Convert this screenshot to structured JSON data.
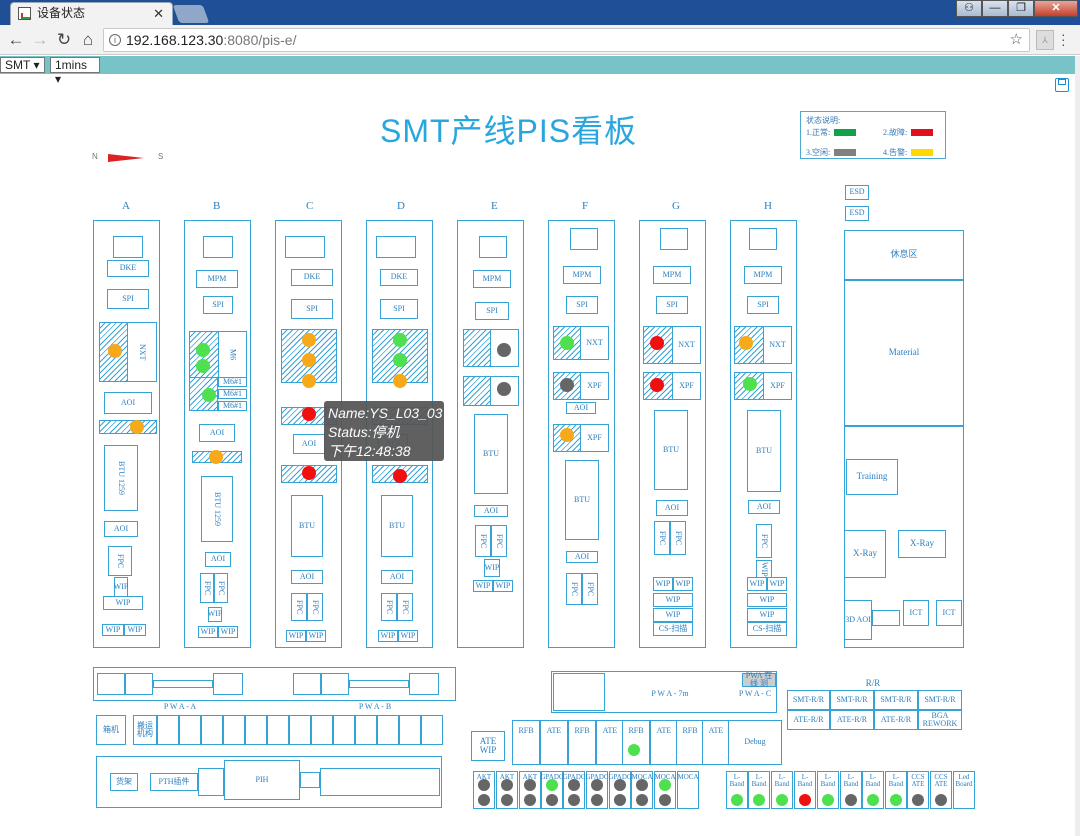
{
  "browser": {
    "tab_title": "设备状态",
    "url_host": "192.168.123.30",
    "url_rest": ":8080/pis-e/"
  },
  "controls": {
    "line_select": "SMT",
    "interval_select": "1mins"
  },
  "page": {
    "title": "SMT产线PIS看板",
    "compass_n": "N",
    "compass_s": "S"
  },
  "legend": {
    "title": "状态说明:",
    "items": [
      {
        "label": "1.正常:",
        "color": "#12a04a"
      },
      {
        "label": "2.故障:",
        "color": "#e01020"
      },
      {
        "label": "3.空闲:",
        "color": "#808080"
      },
      {
        "label": "4.告警:",
        "color": "#ffd800"
      }
    ]
  },
  "lines": [
    "A",
    "B",
    "C",
    "D",
    "E",
    "F",
    "G",
    "H"
  ],
  "labels": {
    "dke": "DKE",
    "spi": "SPI",
    "mpm": "MPM",
    "aoi": "AOI",
    "aoi_s": "AOI",
    "btu": "BTU",
    "btu_v": "BTU 1259",
    "nxt": "NXT",
    "xpf": "XPF",
    "m6": "M6#1",
    "fpc": "FPC",
    "wip": "WIP",
    "wip2": "WIP",
    "esd": "ESD",
    "rest_area": "休息区",
    "material": "Material",
    "training": "Training",
    "xray": "X-Ray",
    "ict": "ICT",
    "aoi3d": "3D AOI",
    "pwa_a": "P W A - A",
    "pwa_b": "P W A - B",
    "pwa_7m": "P W A - 7m",
    "pwa_c": "P W A - C",
    "pwa_badge": "PWA 在线 测",
    "rr": "R/R",
    "smt_rr": "SMT-R/R",
    "ate_rr": "ATE-R/R",
    "bga": "BGA REWORK",
    "rfb": "RFB",
    "ate": "ATE",
    "debug": "Debug",
    "ate_wip": "ATE WIP",
    "akt": "AKT",
    "gpadc": "GPADC",
    "moca": "MOCA",
    "lband": "L-Band",
    "ccs": "CCS ATE",
    "led": "Led Board",
    "box_a": "箱机",
    "box_b": "搬运 机构",
    "pth": "PTH插件",
    "pih": "PIH",
    "rack": "货架"
  },
  "tooltip": {
    "name": "Name:YS_L03_03",
    "status": "Status:停机",
    "time": "下午12:48:38"
  }
}
